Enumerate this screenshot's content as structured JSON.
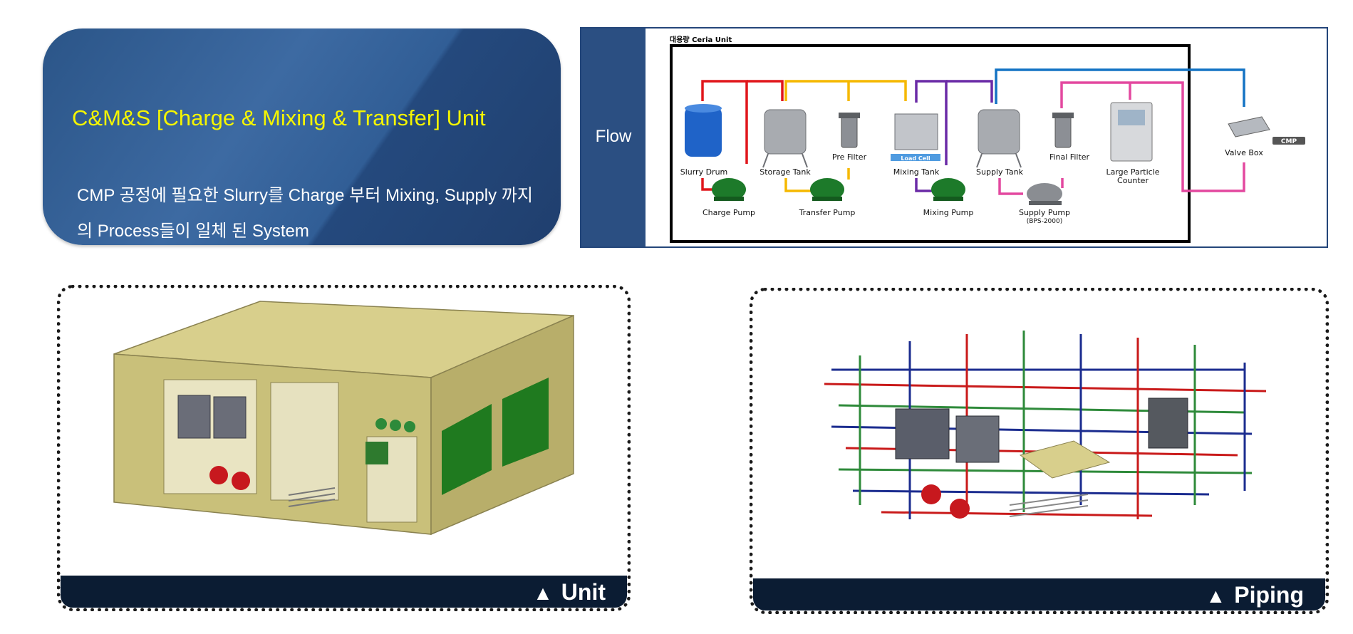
{
  "intro": {
    "title": "C&M&S [Charge & Mixing & Transfer] Unit",
    "description": "CMP 공정에 필요한 Slurry를 Charge 부터 Mixing, Supply 까지의 Process들이 일체 된 System"
  },
  "flow": {
    "label": "Flow",
    "unit_title": "대용량 Ceria Unit",
    "components": {
      "slurry_drum": "Slurry Drum",
      "storage_tank": "Storage Tank",
      "pre_filter": "Pre Filter",
      "load_cell": "Load Cell",
      "mixing_tank": "Mixing Tank",
      "supply_tank": "Supply Tank",
      "final_filter": "Final Filter",
      "large_particle_counter_line1": "Large Particle",
      "large_particle_counter_line2": "Counter",
      "valve_box": "Valve Box",
      "cmp": "CMP",
      "charge_pump": "Charge Pump",
      "transfer_pump": "Transfer Pump",
      "mixing_pump": "Mixing Pump",
      "supply_pump": "Supply Pump",
      "supply_pump_model": "(BPS-2000)"
    },
    "line_colors": {
      "charge": "#e0161b",
      "transfer": "#f5b800",
      "mixing": "#6a2aa6",
      "supply": "#e3489f",
      "return": "#1473c4"
    }
  },
  "views": {
    "unit_caption": "Unit",
    "piping_caption": "Piping"
  },
  "colors": {
    "card_blue": "#2e5a91",
    "title_yellow": "#f5f500",
    "caption_navy": "#0b1c33",
    "cabinet": "#c9c07a",
    "panel_green": "#1d7a2a"
  }
}
